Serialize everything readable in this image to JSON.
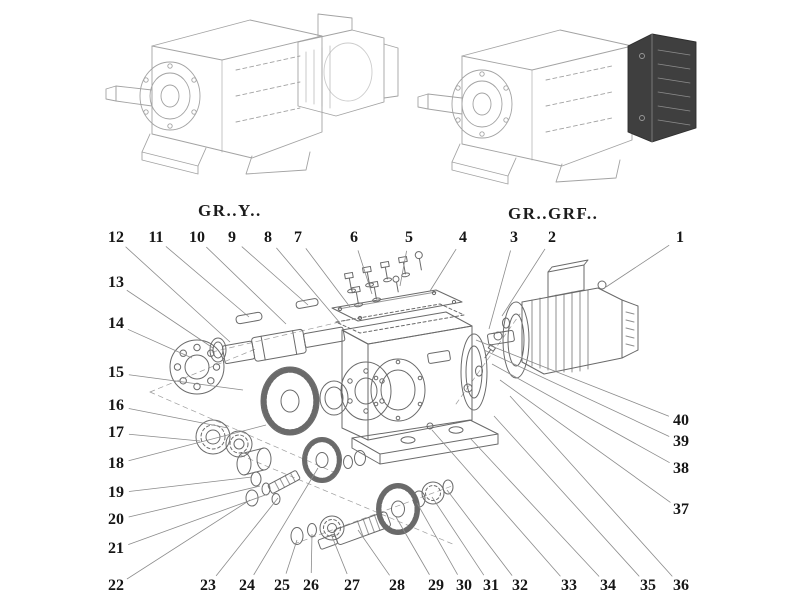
{
  "colors": {
    "background": "#ffffff",
    "ink": "#1c1c1c",
    "drawing_line": "#6a6a6a",
    "light_line": "#a3a3a3",
    "leader_line": "#8b8b8b",
    "dark_block": "#3f3f3f"
  },
  "variants": [
    {
      "label": "GR..Y.."
    },
    {
      "label": "GR..GRF.."
    }
  ],
  "diagram": {
    "type": "exploded-view",
    "callout_numbers": [
      "1",
      "2",
      "3",
      "4",
      "5",
      "6",
      "7",
      "8",
      "9",
      "10",
      "11",
      "12",
      "13",
      "14",
      "15",
      "16",
      "17",
      "18",
      "19",
      "20",
      "21",
      "22",
      "23",
      "24",
      "25",
      "26",
      "27",
      "28",
      "29",
      "30",
      "31",
      "32",
      "33",
      "34",
      "35",
      "36",
      "37",
      "38",
      "39",
      "40"
    ]
  }
}
